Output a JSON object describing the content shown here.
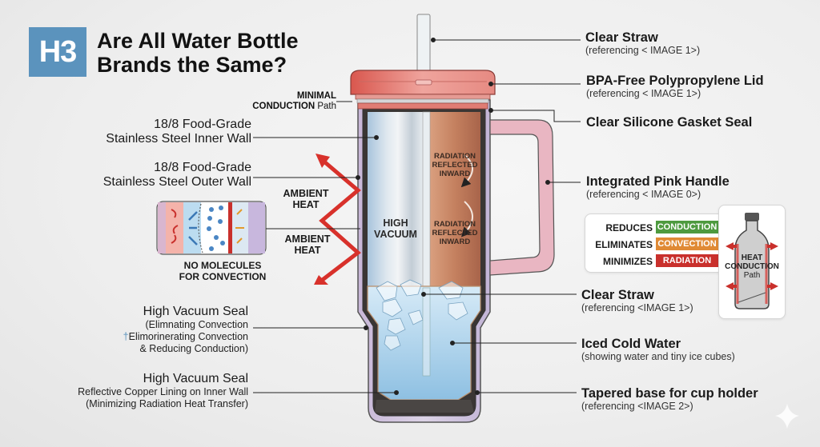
{
  "header": {
    "badge": "H3",
    "title_line1": "Are All Water Bottle",
    "title_line2": "Brands the Same?"
  },
  "left_labels": {
    "minimal_conduction": {
      "line1": "MINIMAL",
      "line2_bold": "CONDUCTION",
      "line2_rest": " Path"
    },
    "inner_wall": {
      "line1": "18/8 Food-Grade",
      "line2": "Stainless Steel Inner Wall"
    },
    "outer_wall": {
      "line1": "18/8 Food-Grade",
      "line2": "Stainless Steel Outer Wall"
    },
    "ambient_heat_1": {
      "line1": "AMBIENT",
      "line2": "HEAT"
    },
    "ambient_heat_2": {
      "line1": "AMBIENT",
      "line2": "HEAT"
    },
    "no_molecules": {
      "line1": "NO MOLECULES",
      "line2": "FOR CONVECTION"
    },
    "vacuum_seal_1": {
      "title": "High Vacuum Seal",
      "line1": "(Elimnating Convection",
      "line2_marker": "†",
      "line2": "Elimorinerating Convection",
      "line3": "& Reducing Conduction)"
    },
    "vacuum_seal_2": {
      "title": "High Vacuum Seal",
      "line1": "Reflective Copper Lining on Inner Wall",
      "line2": "(Minimizing Radiation Heat Transfer)"
    }
  },
  "tumbler_labels": {
    "high_vacuum": {
      "line1": "HIGH",
      "line2": "VACUUM"
    },
    "radiation_1": {
      "line1": "RADIATION",
      "line2": "REFLECTED",
      "line3": "INWARD"
    },
    "radiation_2": {
      "line1": "RADIATION",
      "line2": "REFLECTED",
      "line3": "INWARD"
    }
  },
  "right_labels": {
    "straw_top": {
      "title": "Clear Straw",
      "sub": "(referencing < IMAGE 1>)"
    },
    "lid": {
      "title": "BPA-Free Polypropylene Lid",
      "sub": "(referencing < IMAGE 1>)"
    },
    "gasket": {
      "title": "Clear Silicone Gasket Seal"
    },
    "handle": {
      "title": "Integrated Pink Handle",
      "sub": "(referencing < IMAGE 0>)"
    },
    "straw_mid": {
      "title": "Clear Straw",
      "sub": "(referencing <IMAGE 1>)"
    },
    "water": {
      "title": "Iced Cold Water",
      "sub": "(showing water and tiny ice cubes)"
    },
    "base": {
      "title": "Tapered base for cup holder",
      "sub": "(referencing <IMAGE 2>)"
    }
  },
  "legend": {
    "rows": [
      {
        "verb": "REDUCES",
        "mode": "CONDUCTION",
        "color": "#4e9a3f"
      },
      {
        "verb": "ELIMINATES",
        "mode": "CONVECTION",
        "color": "#e08a35"
      },
      {
        "verb": "MINIMIZES",
        "mode": "RADIATION",
        "color": "#c9302c"
      }
    ]
  },
  "bottle_card": {
    "line1": "HEAT",
    "line2": "CONDUCTION",
    "line3": "Path"
  },
  "colors": {
    "badge": "#5b93bd",
    "lid": "#e0837c",
    "handle": "#e9b7c3",
    "copper": "#c98966",
    "vacuum_blue": "#b9d3e8",
    "water": "#a9d0ea",
    "arrow_red": "#d8312b"
  }
}
